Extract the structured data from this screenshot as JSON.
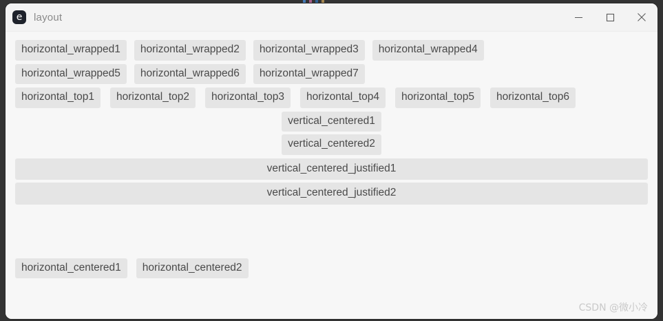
{
  "window": {
    "title": "layout",
    "app_icon_glyph": "e",
    "icon_bg": "#1e222b",
    "controls": [
      {
        "name": "minimize",
        "label": "Minimize"
      },
      {
        "name": "maximize",
        "label": "Maximize"
      },
      {
        "name": "close",
        "label": "Close"
      }
    ]
  },
  "colors": {
    "desktop": "#333333",
    "window_bg": "#f7f7f7",
    "titlebar_bg": "#f3f3f3",
    "chip_bg": "#e5e5e5",
    "chip_text": "#4a4a4a",
    "title_text": "#8a8a8a",
    "watermark_text": "#c9c9c9"
  },
  "taskbar_hint_colors": [
    "#4a8fe0",
    "#d06ba8",
    "#2f6fb5",
    "#c8a15a"
  ],
  "content": {
    "horizontal_wrapped_row1": [
      "horizontal_wrapped1",
      "horizontal_wrapped2",
      "horizontal_wrapped3",
      "horizontal_wrapped4"
    ],
    "horizontal_wrapped_row2": [
      "horizontal_wrapped5",
      "horizontal_wrapped6",
      "horizontal_wrapped7"
    ],
    "horizontal_top": [
      "horizontal_top1",
      "horizontal_top2",
      "horizontal_top3",
      "horizontal_top4",
      "horizontal_top5",
      "horizontal_top6"
    ],
    "vertical_centered": [
      "vertical_centered1",
      "vertical_centered2"
    ],
    "vertical_centered_justified": [
      "vertical_centered_justified1",
      "vertical_centered_justified2"
    ],
    "horizontal_centered": [
      "horizontal_centered1",
      "horizontal_centered2"
    ]
  },
  "watermark": "CSDN @微小冷"
}
